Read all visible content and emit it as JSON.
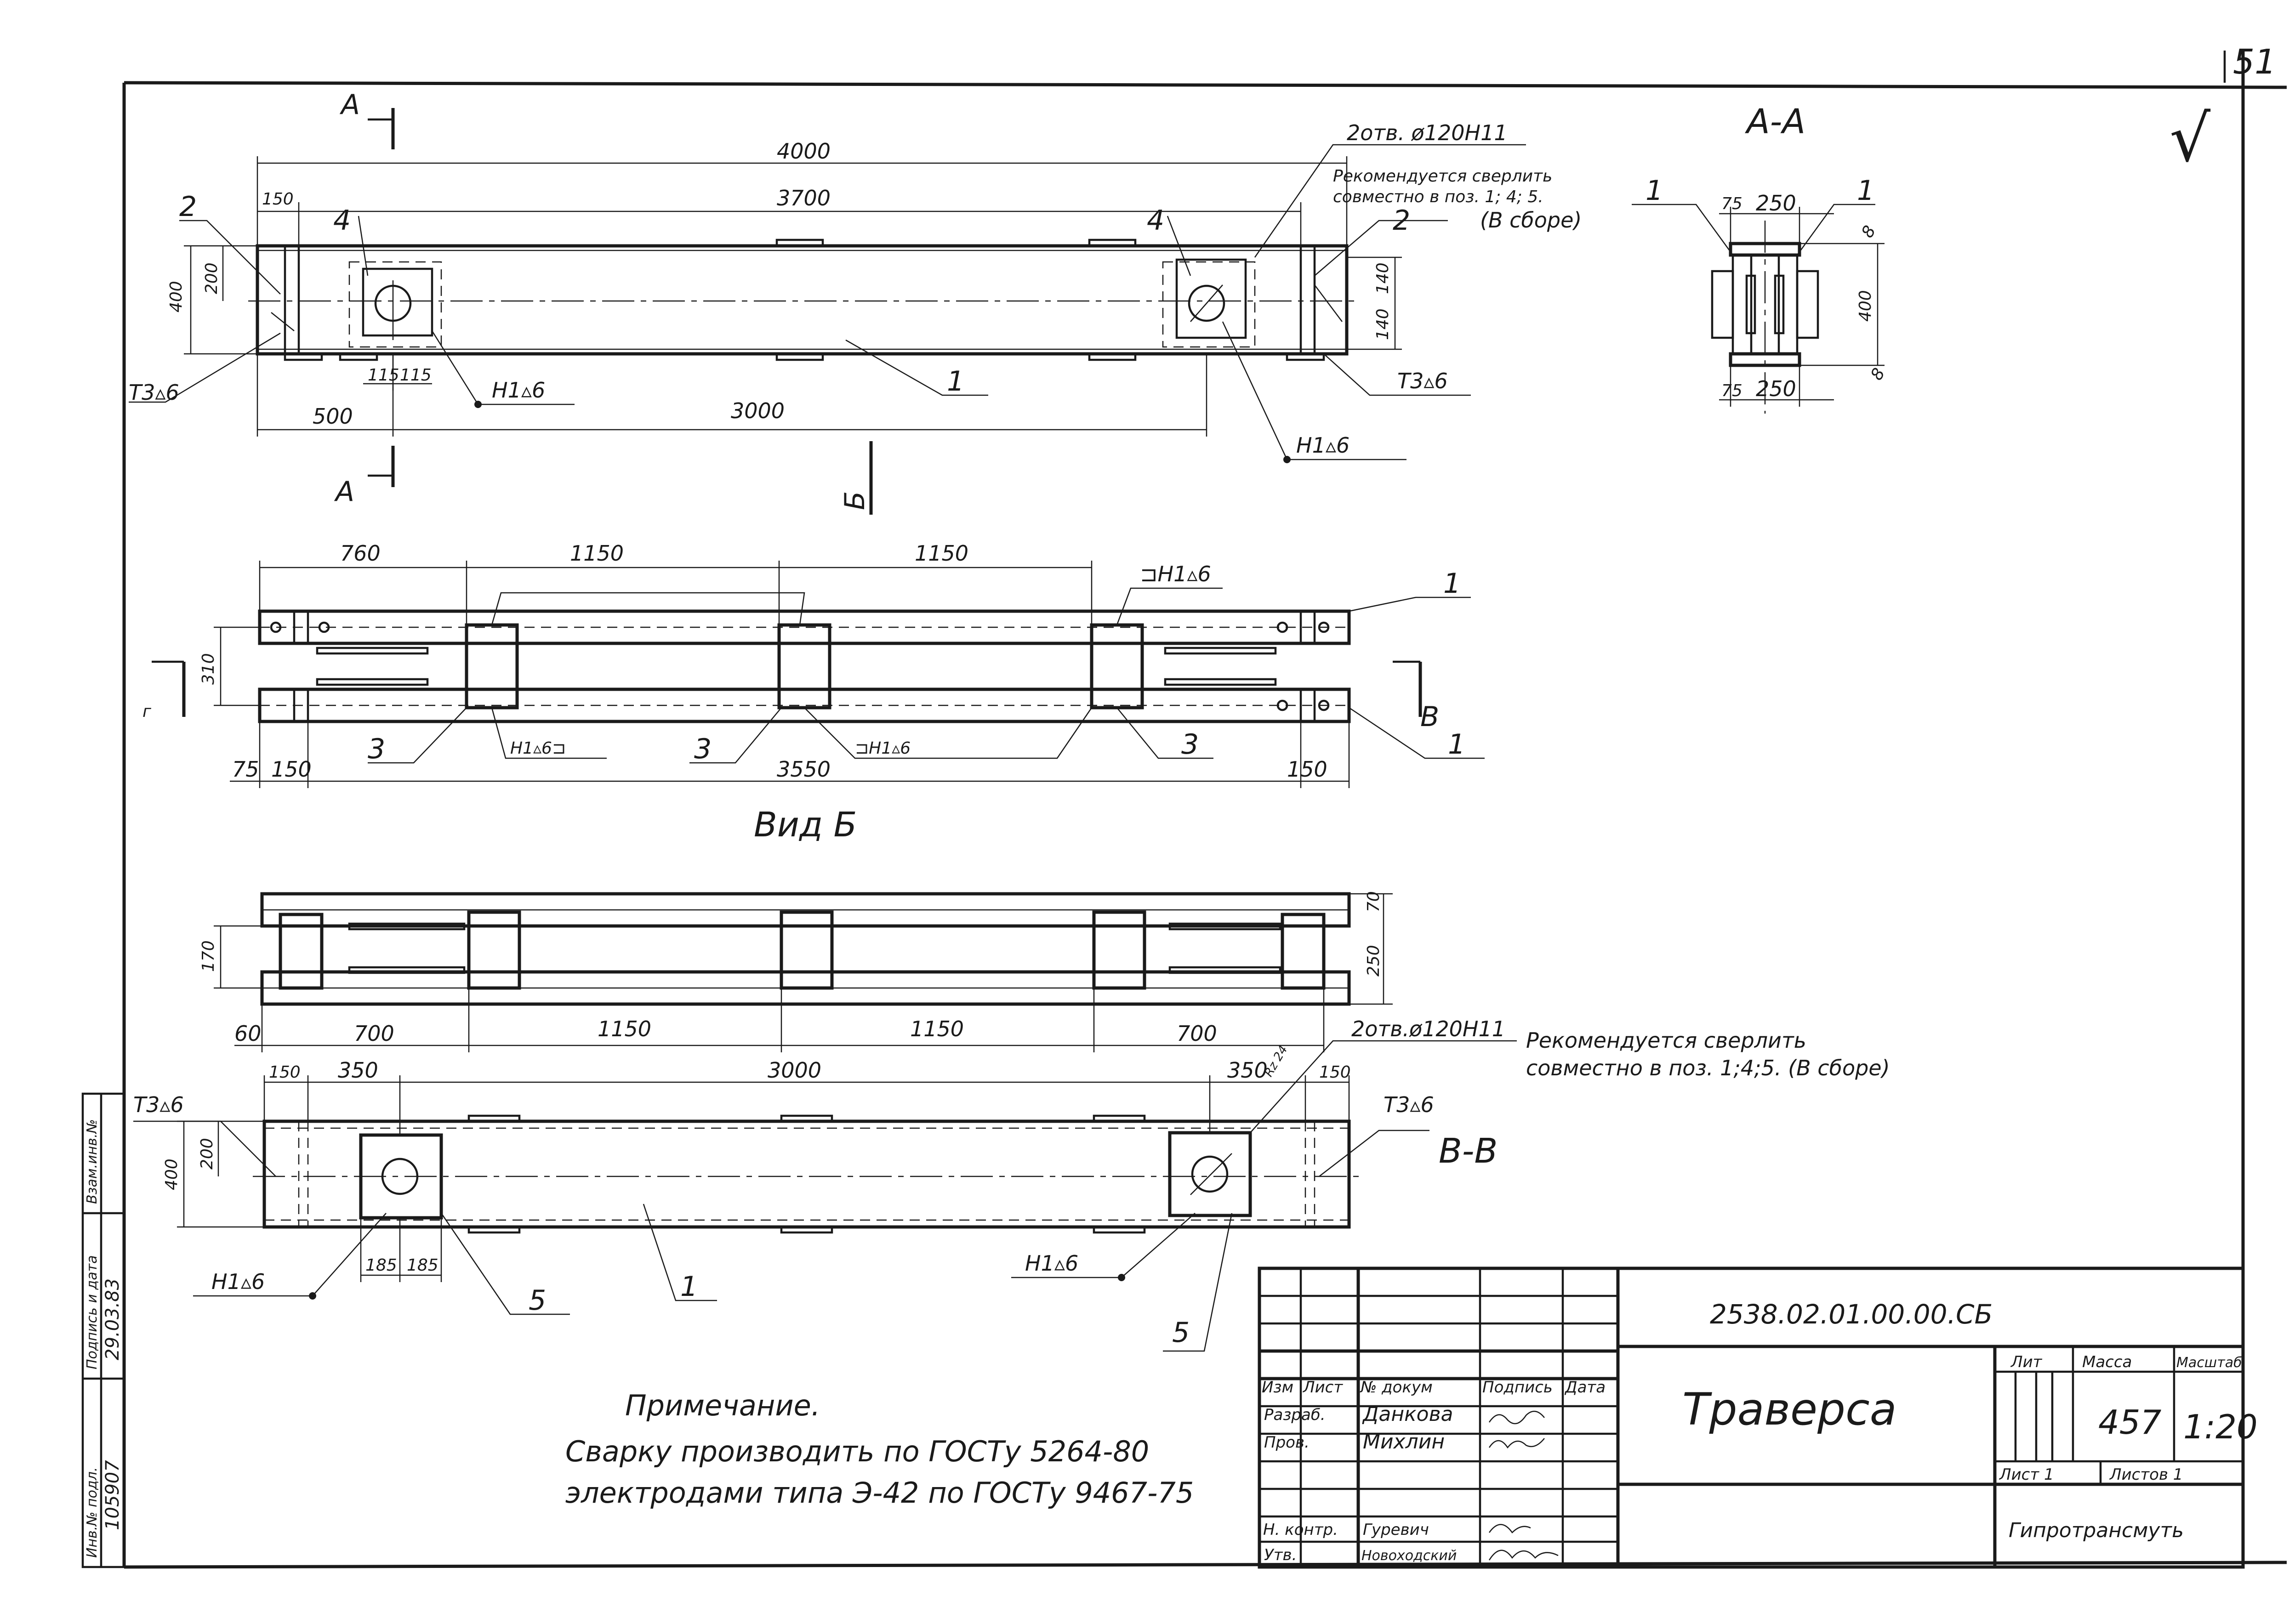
{
  "page_number": "51",
  "check_mark": "√",
  "sections": {
    "aa": "А-А",
    "vv": "В-В",
    "view_b": "Вид Б",
    "mark_a": "А",
    "mark_b": "Б",
    "mark_v": "В",
    "mark_r": "г"
  },
  "notes_top": {
    "holes": "2отв. ø120Н11",
    "recommend_1": "Рекомендуется сверлить",
    "recommend_2": "совместно в поз. 1; 4; 5.",
    "recommend_3": "(В сборе)"
  },
  "notes_bottom": {
    "holes": "2отв.ø120Н11",
    "recommend_1": "Рекомендуется сверлить",
    "recommend_2": "совместно в поз. 1;4;5. (В сборе)"
  },
  "welds": {
    "t3": "Т3▵6",
    "h1": "Н1▵6",
    "h1_bracket": "⊐Н1▵6",
    "h1_bracket_r": "Н1▵6⊐"
  },
  "positions": [
    "1",
    "2",
    "3",
    "4",
    "5"
  ],
  "dims_plan": {
    "overall": "4000",
    "inner": "3700",
    "end": "150",
    "height": "400",
    "half": "200",
    "pad_a": "115",
    "pad_b": "115",
    "from_end": "500",
    "span": "3000",
    "r1": "140",
    "r2": "140"
  },
  "dims_aa": {
    "flange": "75",
    "web": "250",
    "thk": "8",
    "h": "400",
    "lower_flange": "75",
    "lower_web": "250",
    "lower_thk": "8"
  },
  "dims_view_b": {
    "left": "760",
    "mid1": "1150",
    "mid2": "1150",
    "gap": "310",
    "end": "75",
    "end2": "150",
    "span": "3550",
    "end3": "150"
  },
  "dims_third": {
    "h1": "170",
    "top": "70",
    "h2": "250",
    "end": "60",
    "a": "700",
    "b": "1150",
    "c": "1150",
    "d": "700"
  },
  "dims_vv": {
    "end": "150",
    "a": "350",
    "span": "3000",
    "b": "350",
    "rough": "Rz 24",
    "end2": "150",
    "h": "400",
    "half": "200",
    "p1": "185",
    "p2": "185"
  },
  "note": {
    "title": "Примечание.",
    "line1": "Сварку производить по ГОСТу 5264-80",
    "line2": "электродами типа Э-42 по ГОСТу 9467-75"
  },
  "side_stamp": {
    "inv_orig": "Инв.№ подл.",
    "sign_date": "Подпись и дата",
    "inv_dupl": "Взам.инв.№",
    "inv_value": "105907",
    "date_value": "29.03.83"
  },
  "title_block": {
    "code": "2538.02.01.00.00.СБ",
    "name": "Траверса",
    "headers": {
      "izm": "Изм",
      "list": "Лист",
      "doc": "№ докум",
      "sign": "Подпись",
      "date": "Дата",
      "lit": "Лит",
      "mass": "Масса",
      "scale": "Масштаб"
    },
    "mass_value": "457",
    "scale_value": "1:20",
    "roles": [
      {
        "role": "Разраб.",
        "name": "Данкова"
      },
      {
        "role": "Пров.",
        "name": "Михлин"
      },
      {
        "role": "Н. контр.",
        "name": "Гуревич"
      },
      {
        "role": "Утв.",
        "name": "Новоходский"
      }
    ],
    "sheet_label": "Лист 1",
    "sheets_label": "Листов 1",
    "org": "Гипротрансмуть"
  }
}
